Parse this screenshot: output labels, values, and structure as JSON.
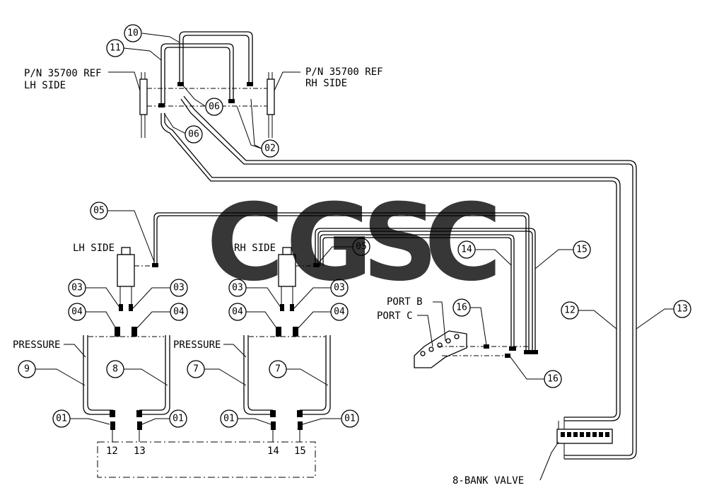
{
  "labels": {
    "pn_lh": "P/N 35700 REF",
    "lh_side_top": "LH SIDE",
    "pn_rh": "P/N 35700 REF",
    "rh_side_top": "RH SIDE",
    "lh_side": "LH SIDE",
    "rh_side": "RH SIDE",
    "pressure_left": "PRESSURE",
    "pressure_right": "PRESSURE",
    "port_b": "PORT B",
    "port_c": "PORT C",
    "valve": "8-BANK VALVE",
    "port_12": "12",
    "port_13": "13",
    "port_14": "14",
    "port_15": "15"
  },
  "balloons": {
    "b10": "10",
    "b11": "11",
    "b06a": "06",
    "b06b": "06",
    "b02": "02",
    "b05a": "05",
    "b05b": "05",
    "b14": "14",
    "b15": "15",
    "b12": "12",
    "b13": "13",
    "b16a": "16",
    "b16b": "16",
    "b03a": "03",
    "b03b": "03",
    "b03c": "03",
    "b03d": "03",
    "b04a": "04",
    "b04b": "04",
    "b04c": "04",
    "b04d": "04",
    "b9": "9",
    "b8": "8",
    "b7a": "7",
    "b7b": "7",
    "b01a": "01",
    "b01b": "01",
    "b01c": "01",
    "b01d": "01"
  },
  "watermark": {
    "letters": [
      "C",
      "G",
      "S",
      "C"
    ],
    "colors": [
      "#4285f4",
      "#ea4335",
      "#fbbc05",
      "#34a853"
    ]
  }
}
